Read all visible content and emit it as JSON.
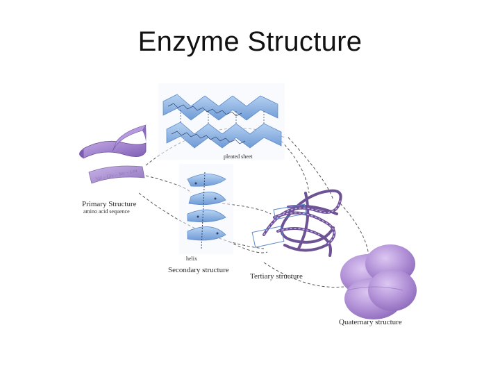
{
  "slide": {
    "title": "Enzyme Structure"
  },
  "figure": {
    "primary_structure": {
      "label": "Primary Structure",
      "sublabel": "amino acid sequence",
      "ribbon_text": "Val – Gly – Ser – Leu"
    },
    "pleated_sheet_label": "pleated sheet",
    "helix_label": "helix",
    "secondary_label": "Secondary structure",
    "tertiary_label": "Tertiary structure",
    "quaternary_label": "Quaternary structure"
  },
  "colors": {
    "sheet_blue": "#8fb8e6",
    "sheet_blue_dark": "#5f8ccc",
    "ribbon_purple": "#9a7cc9",
    "tertiary_purple": "#6e5296",
    "quaternary_purple": "#b08fd6",
    "dashed_line": "#555555"
  }
}
